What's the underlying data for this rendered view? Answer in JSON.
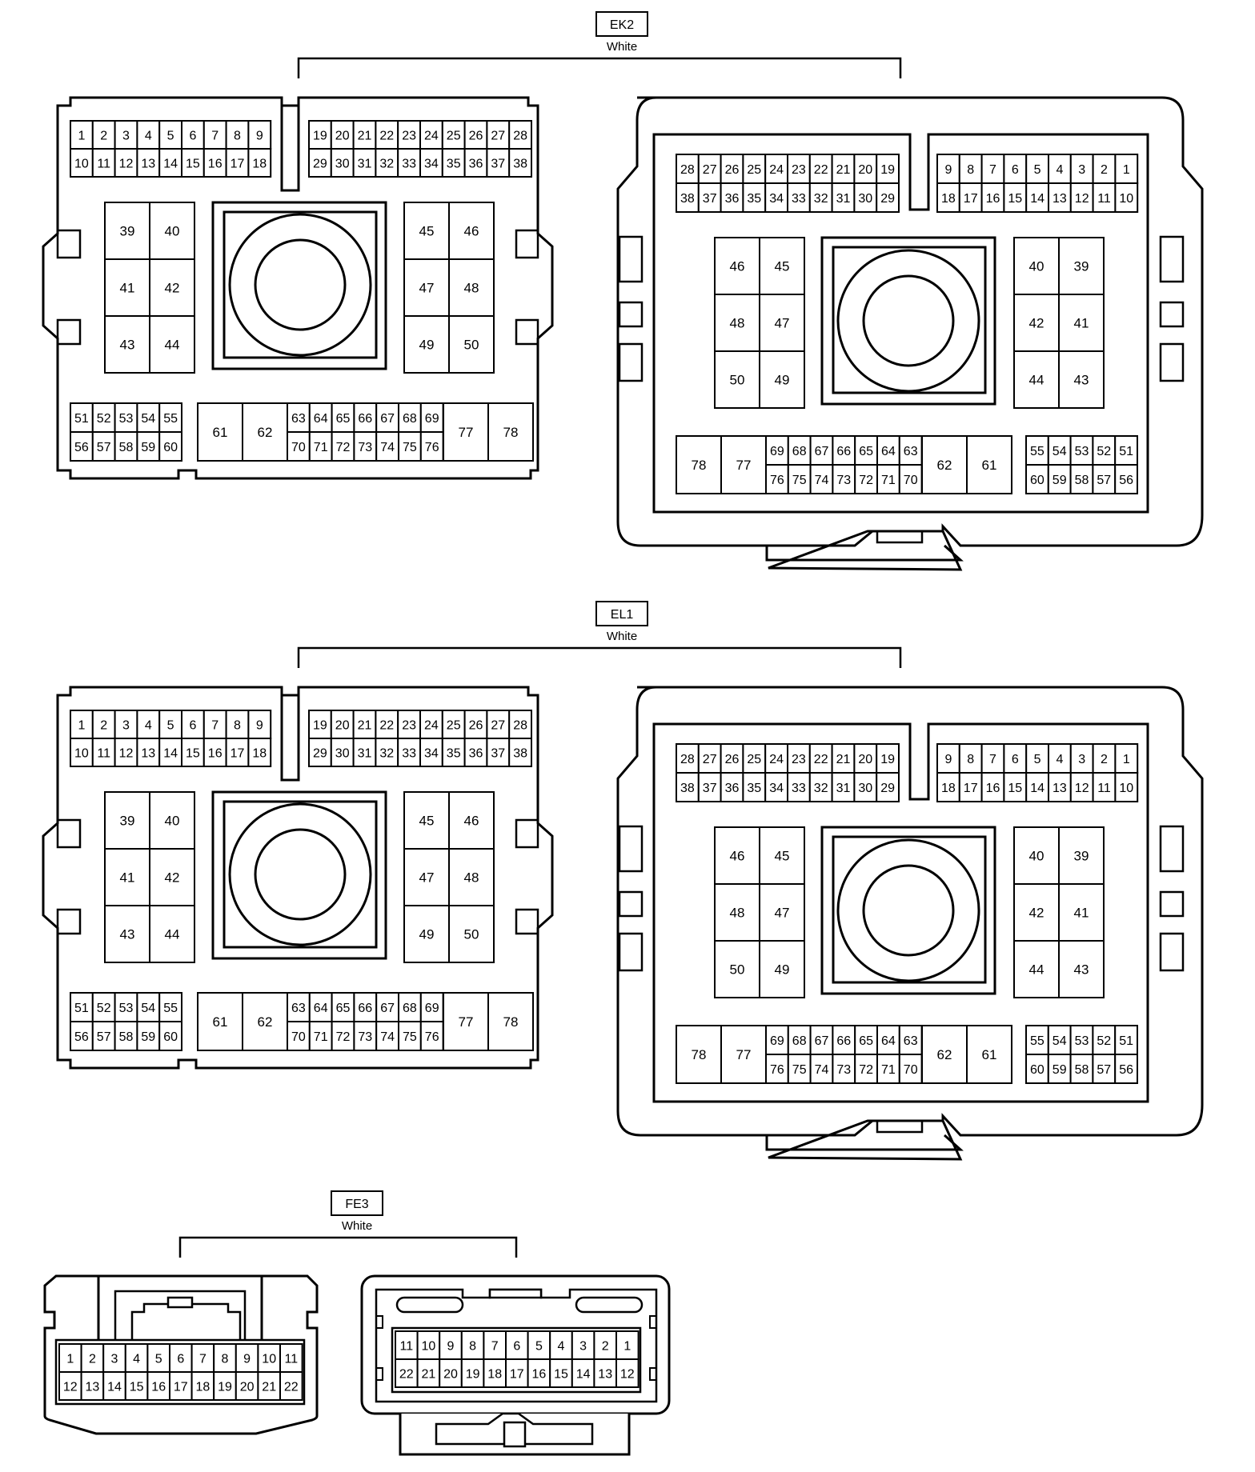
{
  "connectors": [
    {
      "id": "ek2",
      "code": "EK2",
      "color": "White"
    },
    {
      "id": "el1",
      "code": "EL1",
      "color": "White"
    },
    {
      "id": "fe3",
      "code": "FE3",
      "color": "White"
    }
  ],
  "large_connector": {
    "male": {
      "top_left": [
        [
          "1",
          "2",
          "3",
          "4",
          "5",
          "6",
          "7",
          "8",
          "9"
        ],
        [
          "10",
          "11",
          "12",
          "13",
          "14",
          "15",
          "16",
          "17",
          "18"
        ]
      ],
      "top_right": [
        [
          "19",
          "20",
          "21",
          "22",
          "23",
          "24",
          "25",
          "26",
          "27",
          "28"
        ],
        [
          "29",
          "30",
          "31",
          "32",
          "33",
          "34",
          "35",
          "36",
          "37",
          "38"
        ]
      ],
      "mid_left": [
        [
          "39",
          "40"
        ],
        [
          "41",
          "42"
        ],
        [
          "43",
          "44"
        ]
      ],
      "mid_right": [
        [
          "45",
          "46"
        ],
        [
          "47",
          "48"
        ],
        [
          "49",
          "50"
        ]
      ],
      "bot_left": [
        [
          "51",
          "52",
          "53",
          "54",
          "55"
        ],
        [
          "56",
          "57",
          "58",
          "59",
          "60"
        ]
      ],
      "bot_big_left": [
        "61",
        "62"
      ],
      "bot_mid": [
        [
          "63",
          "64",
          "65",
          "66",
          "67",
          "68",
          "69"
        ],
        [
          "70",
          "71",
          "72",
          "73",
          "74",
          "75",
          "76"
        ]
      ],
      "bot_big_right": [
        "77",
        "78"
      ]
    },
    "female": {
      "top_left": [
        [
          "28",
          "27",
          "26",
          "25",
          "24",
          "23",
          "22",
          "21",
          "20",
          "19"
        ],
        [
          "38",
          "37",
          "36",
          "35",
          "34",
          "33",
          "32",
          "31",
          "30",
          "29"
        ]
      ],
      "top_right": [
        [
          "9",
          "8",
          "7",
          "6",
          "5",
          "4",
          "3",
          "2",
          "1"
        ],
        [
          "18",
          "17",
          "16",
          "15",
          "14",
          "13",
          "12",
          "11",
          "10"
        ]
      ],
      "mid_left": [
        [
          "46",
          "45"
        ],
        [
          "48",
          "47"
        ],
        [
          "50",
          "49"
        ]
      ],
      "mid_right": [
        [
          "40",
          "39"
        ],
        [
          "42",
          "41"
        ],
        [
          "44",
          "43"
        ]
      ],
      "bot_big_left": [
        "78",
        "77"
      ],
      "bot_mid": [
        [
          "69",
          "68",
          "67",
          "66",
          "65",
          "64",
          "63"
        ],
        [
          "76",
          "75",
          "74",
          "73",
          "72",
          "71",
          "70"
        ]
      ],
      "bot_big_right": [
        "62",
        "61"
      ],
      "bot_right": [
        [
          "55",
          "54",
          "53",
          "52",
          "51"
        ],
        [
          "60",
          "59",
          "58",
          "57",
          "56"
        ]
      ]
    }
  },
  "small_connector": {
    "male": [
      [
        "1",
        "2",
        "3",
        "4",
        "5",
        "6",
        "7",
        "8",
        "9",
        "10",
        "11"
      ],
      [
        "12",
        "13",
        "14",
        "15",
        "16",
        "17",
        "18",
        "19",
        "20",
        "21",
        "22"
      ]
    ],
    "female": [
      [
        "11",
        "10",
        "9",
        "8",
        "7",
        "6",
        "5",
        "4",
        "3",
        "2",
        "1"
      ],
      [
        "22",
        "21",
        "20",
        "19",
        "18",
        "17",
        "16",
        "15",
        "14",
        "13",
        "12"
      ]
    ]
  }
}
